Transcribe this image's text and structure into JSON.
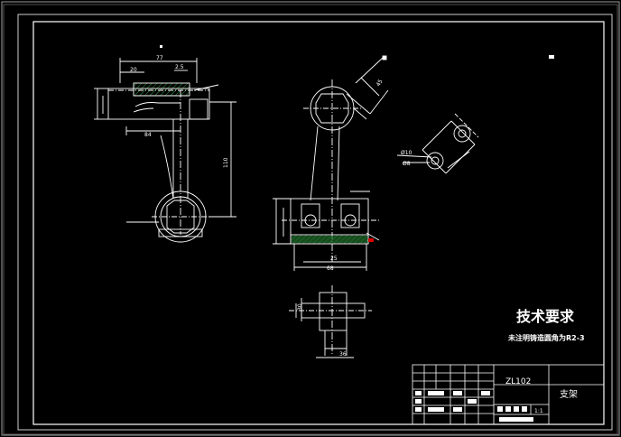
{
  "tech_requirements": {
    "title": "技术要求",
    "note": "未注明铸造圆角为R2-3"
  },
  "title_block": {
    "material": "ZL102",
    "part_name": "支架",
    "scale": "1:1"
  },
  "dimensions": {
    "left_view": [
      "77",
      "20",
      "2.5",
      "84",
      "110"
    ],
    "front_view": [
      "25",
      "68",
      "45"
    ],
    "section_view": [
      "30",
      "36"
    ],
    "detail_view": [
      "Ø10",
      "Ø8"
    ]
  },
  "colors": {
    "background": "#000000",
    "line": "#ffffff",
    "hatch": "#2e7d32",
    "accent": "#e00000"
  }
}
